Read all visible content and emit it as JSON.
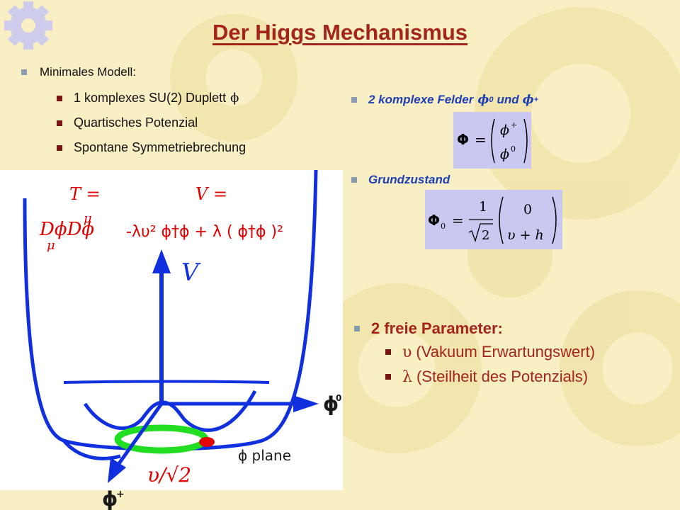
{
  "slide": {
    "title": "Der Higgs Mechanismus",
    "colors": {
      "title": "#a4241c",
      "accent_blue": "#1f3fb5",
      "figure_red": "#e00000",
      "well_blue": "#1030e0",
      "ring_green": "#22dd22"
    }
  },
  "left_list": {
    "heading": "Minimales Modell:",
    "items": [
      {
        "text": "1 komplexes SU(2) Duplett",
        "symbol": "ϕ"
      },
      {
        "text": "Quartisches Potenzial",
        "symbol": ""
      },
      {
        "text": "Spontane Symmetriebrechung",
        "symbol": ""
      }
    ]
  },
  "right_list": {
    "fields_item": "2 komplexe Felder",
    "fields_phi0": "ϕ",
    "fields_sup0": "0",
    "fields_und": "und",
    "fields_phiplus": "ϕ",
    "fields_supplus": "+",
    "ground_item": "Grundzustand"
  },
  "eq1": {
    "lhs": "Φ",
    "equals": "=",
    "top": "ϕ",
    "top_sup": "+",
    "bottom": "ϕ",
    "bottom_sup": "0"
  },
  "eq2": {
    "lhs": "Φ",
    "lhs_sub": "0",
    "equals": "=",
    "numer": "1",
    "denom": "2",
    "top": "0",
    "bottom": "υ + h"
  },
  "params": {
    "heading": "2 freie Parameter:",
    "items": [
      {
        "symbol": "υ",
        "text": "(Vakuum Erwartungswert)"
      },
      {
        "symbol": "λ",
        "text": "(Steilheit des Potenzials)"
      }
    ]
  },
  "figure": {
    "T_label": "T =",
    "V_label": "V =",
    "kinetic_term": "DϕDϕ",
    "mu_sup": "μ",
    "mu_sub": "μ",
    "potential_term": "-λυ² ϕ†ϕ + λ ( ϕ†ϕ )²",
    "axis_V": "V",
    "axis_phi0": "ϕ",
    "axis_phi0_sup": "0",
    "axis_phiplus": "ϕ",
    "axis_phiplus_sup": "+",
    "plane_label": "ϕ plane",
    "vev_label": "υ/√2"
  },
  "icons": [
    "gear-icon",
    "bullet-square-icon"
  ]
}
